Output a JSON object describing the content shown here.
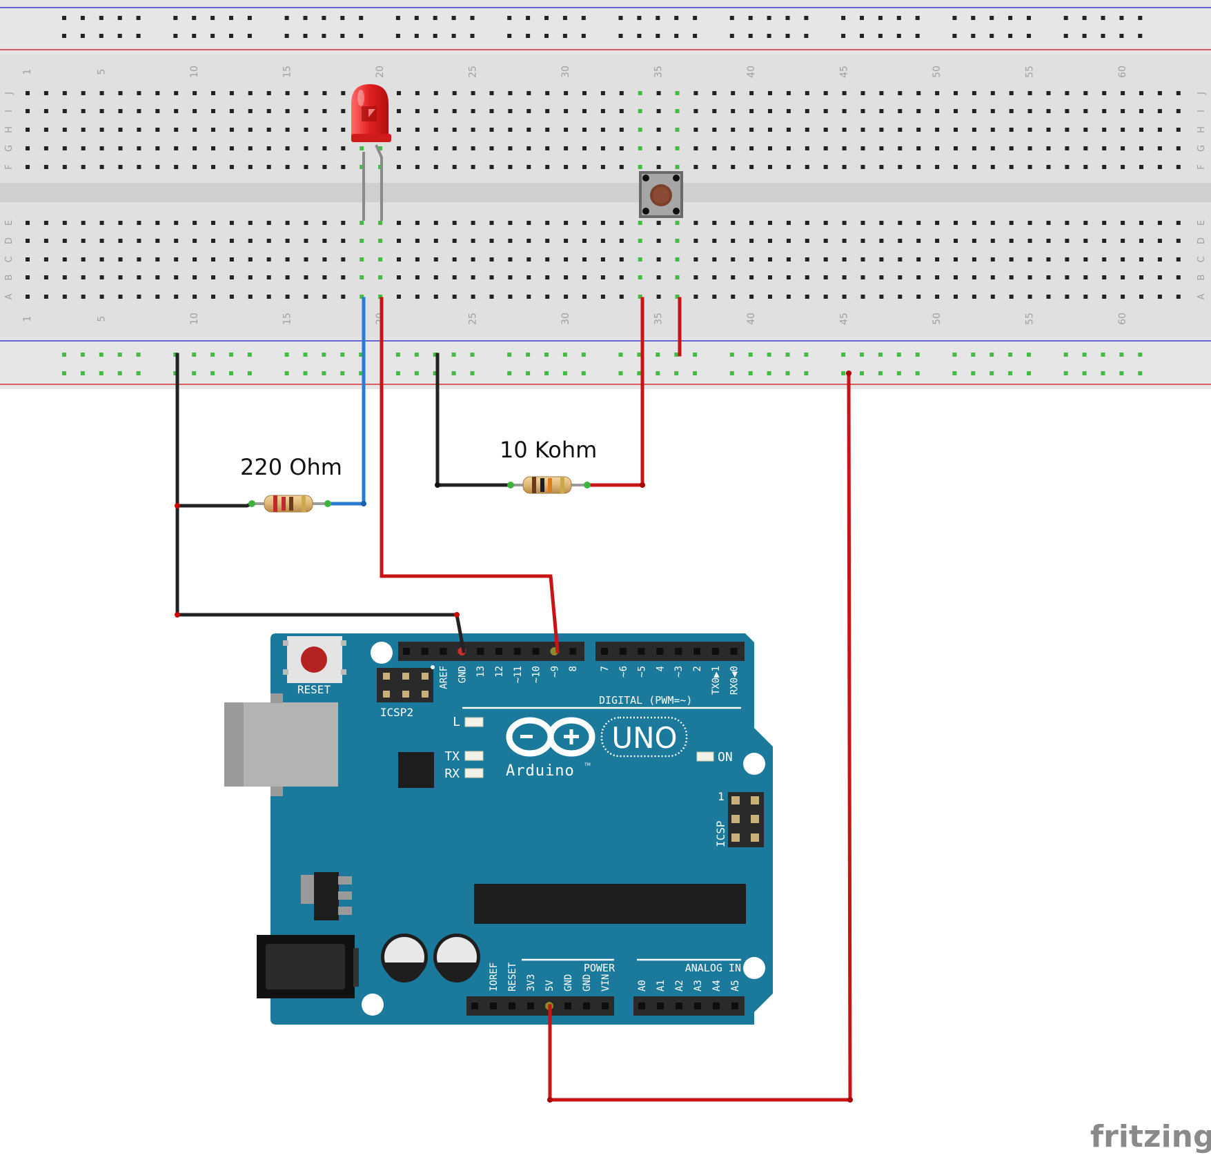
{
  "breadboard": {
    "column_numbers": [
      "1",
      "5",
      "10",
      "15",
      "20",
      "25",
      "30",
      "35",
      "40",
      "45",
      "50",
      "55",
      "60"
    ],
    "top_row_letters": [
      "J",
      "I",
      "H",
      "G",
      "F"
    ],
    "bottom_row_letters": [
      "E",
      "D",
      "C",
      "B",
      "A"
    ]
  },
  "labels": {
    "resistor_220": "220 Ohm",
    "resistor_10k": "10 Kohm",
    "watermark": "fritzing"
  },
  "arduino": {
    "reset": "RESET",
    "icsp2": "ICSP2",
    "icsp": "ICSP",
    "icsp_pin1": "1",
    "led_l": "L",
    "led_tx": "TX",
    "led_rx": "RX",
    "led_on": "ON",
    "uno": "UNO",
    "brand": "Arduino",
    "tm": "TM",
    "digital_title": "DIGITAL (PWM=~)",
    "power_title": "POWER",
    "analog_title": "ANALOG IN",
    "digital_pins": [
      "AREF",
      "GND",
      "13",
      "12",
      "~11",
      "~10",
      "~9",
      "8",
      "7",
      "~6",
      "~5",
      "4",
      "~3",
      "2",
      "TX0▶1",
      "RX0◀0"
    ],
    "power_pins": [
      "IOREF",
      "RESET",
      "3V3",
      "5V",
      "GND",
      "GND",
      "VIN"
    ],
    "analog_pins": [
      "A0",
      "A1",
      "A2",
      "A3",
      "A4",
      "A5"
    ]
  },
  "colors": {
    "board": "#1B7A9C",
    "breadboard": "#E3E3E3",
    "wire_red": "#C81414",
    "wire_black": "#222222",
    "wire_blue": "#2B7BD0",
    "led": "#E82222",
    "connected_hole": "#44BB44"
  }
}
